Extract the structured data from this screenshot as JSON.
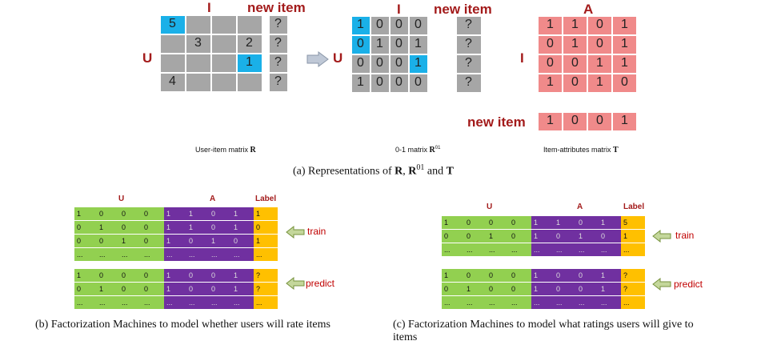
{
  "top": {
    "R": {
      "row_label": "U",
      "col_label": "I",
      "new_item_label": "new item",
      "cells": [
        [
          "5",
          "",
          "",
          ""
        ],
        [
          "",
          "3",
          "",
          "2"
        ],
        [
          "",
          "",
          "",
          "1"
        ],
        [
          "4",
          "",
          "",
          ""
        ]
      ],
      "highlight": [
        [
          0,
          0
        ],
        [
          2,
          3
        ]
      ],
      "new_item_col": [
        "?",
        "?",
        "?",
        "?"
      ],
      "caption_text": "User-item matrix",
      "caption_symbol": "R"
    },
    "R01": {
      "row_label": "U",
      "col_label": "I",
      "new_item_label": "new item",
      "cells": [
        [
          "1",
          "0",
          "0",
          "0"
        ],
        [
          "0",
          "1",
          "0",
          "1"
        ],
        [
          "0",
          "0",
          "0",
          "1"
        ],
        [
          "1",
          "0",
          "0",
          "0"
        ]
      ],
      "highlight": [
        [
          0,
          0
        ],
        [
          1,
          0
        ],
        [
          2,
          3
        ]
      ],
      "new_item_col": [
        "?",
        "?",
        "?",
        "?"
      ],
      "caption_text": "0-1 matrix",
      "caption_symbol": "R",
      "caption_sup": "01"
    },
    "T": {
      "row_label": "I",
      "col_label": "A",
      "cells": [
        [
          "1",
          "1",
          "0",
          "1"
        ],
        [
          "0",
          "1",
          "0",
          "1"
        ],
        [
          "0",
          "0",
          "1",
          "1"
        ],
        [
          "1",
          "0",
          "1",
          "0"
        ]
      ],
      "new_item_label": "new item",
      "new_item_row": [
        "1",
        "0",
        "0",
        "1"
      ],
      "caption_text": "Item-attributes matrix",
      "caption_symbol": "T"
    },
    "caption_a": "(a) Representations of R, R01 and T",
    "caption_a_parts": {
      "pre": "(a) Representations of ",
      "R": "R",
      "comma": ", ",
      "R2": "R",
      "sup": "01",
      "and": " and ",
      "T": "T"
    }
  },
  "fm_b": {
    "header_u": "U",
    "header_a": "A",
    "header_label": "Label",
    "train_rows": [
      [
        "1",
        "0",
        "0",
        "0",
        "1",
        "1",
        "0",
        "1",
        "1"
      ],
      [
        "0",
        "1",
        "0",
        "0",
        "1",
        "1",
        "0",
        "1",
        "0"
      ],
      [
        "0",
        "0",
        "1",
        "0",
        "1",
        "0",
        "1",
        "0",
        "1"
      ],
      [
        "...",
        "...",
        "...",
        "...",
        "...",
        "...",
        "...",
        "...",
        "..."
      ]
    ],
    "predict_rows": [
      [
        "1",
        "0",
        "0",
        "0",
        "1",
        "0",
        "0",
        "1",
        "?"
      ],
      [
        "0",
        "1",
        "0",
        "0",
        "1",
        "0",
        "0",
        "1",
        "?"
      ],
      [
        "...",
        "...",
        "...",
        "...",
        "...",
        "...",
        "...",
        "...",
        "..."
      ]
    ],
    "train_label": "train",
    "predict_label": "predict",
    "caption": "(b) Factorization Machines to model whether users will rate items"
  },
  "fm_c": {
    "header_u": "U",
    "header_a": "A",
    "header_label": "Label",
    "train_rows": [
      [
        "1",
        "0",
        "0",
        "0",
        "1",
        "1",
        "0",
        "1",
        "5"
      ],
      [
        "0",
        "0",
        "1",
        "0",
        "1",
        "0",
        "1",
        "0",
        "1"
      ],
      [
        "...",
        "...",
        "...",
        "...",
        "...",
        "...",
        "...",
        "...",
        "..."
      ]
    ],
    "predict_rows": [
      [
        "1",
        "0",
        "0",
        "0",
        "1",
        "0",
        "0",
        "1",
        "?"
      ],
      [
        "0",
        "1",
        "0",
        "0",
        "1",
        "0",
        "0",
        "1",
        "?"
      ],
      [
        "...",
        "...",
        "...",
        "...",
        "...",
        "...",
        "...",
        "...",
        "..."
      ]
    ],
    "train_label": "train",
    "predict_label": "predict",
    "caption_line1": "(c) Factorization Machines to model what ratings users will give to",
    "caption_line2": "items"
  },
  "colors": {
    "gray": "#a6a6a6",
    "blue": "#1ab0e8",
    "pink": "#f08a8a",
    "green": "#92d050",
    "purple": "#7030a0",
    "yellow": "#ffc000",
    "red_label": "#a31b1b"
  }
}
